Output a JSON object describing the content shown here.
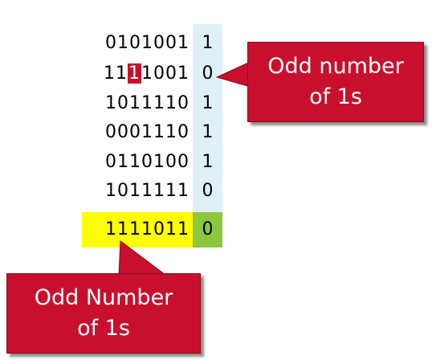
{
  "rows": [
    {
      "bits_pre": "0101001",
      "bits_hl": "",
      "bits_post": "",
      "parity": "1"
    },
    {
      "bits_pre": "11",
      "bits_hl": "1",
      "bits_post": "1001",
      "parity": "0"
    },
    {
      "bits_pre": "1011110",
      "bits_hl": "",
      "bits_post": "",
      "parity": "1"
    },
    {
      "bits_pre": "0001110",
      "bits_hl": "",
      "bits_post": "",
      "parity": "1"
    },
    {
      "bits_pre": "0110100",
      "bits_hl": "",
      "bits_post": "",
      "parity": "1"
    },
    {
      "bits_pre": "1011111",
      "bits_hl": "",
      "bits_post": "",
      "parity": "0"
    }
  ],
  "total_row": {
    "bits": "1111011",
    "parity": "0"
  },
  "callout_right": {
    "line1": "Odd number",
    "line2": "of 1s"
  },
  "callout_bottom": {
    "line1": "Odd Number",
    "line2": "of 1s"
  },
  "colors": {
    "parity_column": "#dff1f8",
    "highlight_bit": "#c8102e",
    "total_bits_bg": "#ffff00",
    "total_parity_bg": "#8dc63f",
    "callout_fill": "#c8102e"
  }
}
